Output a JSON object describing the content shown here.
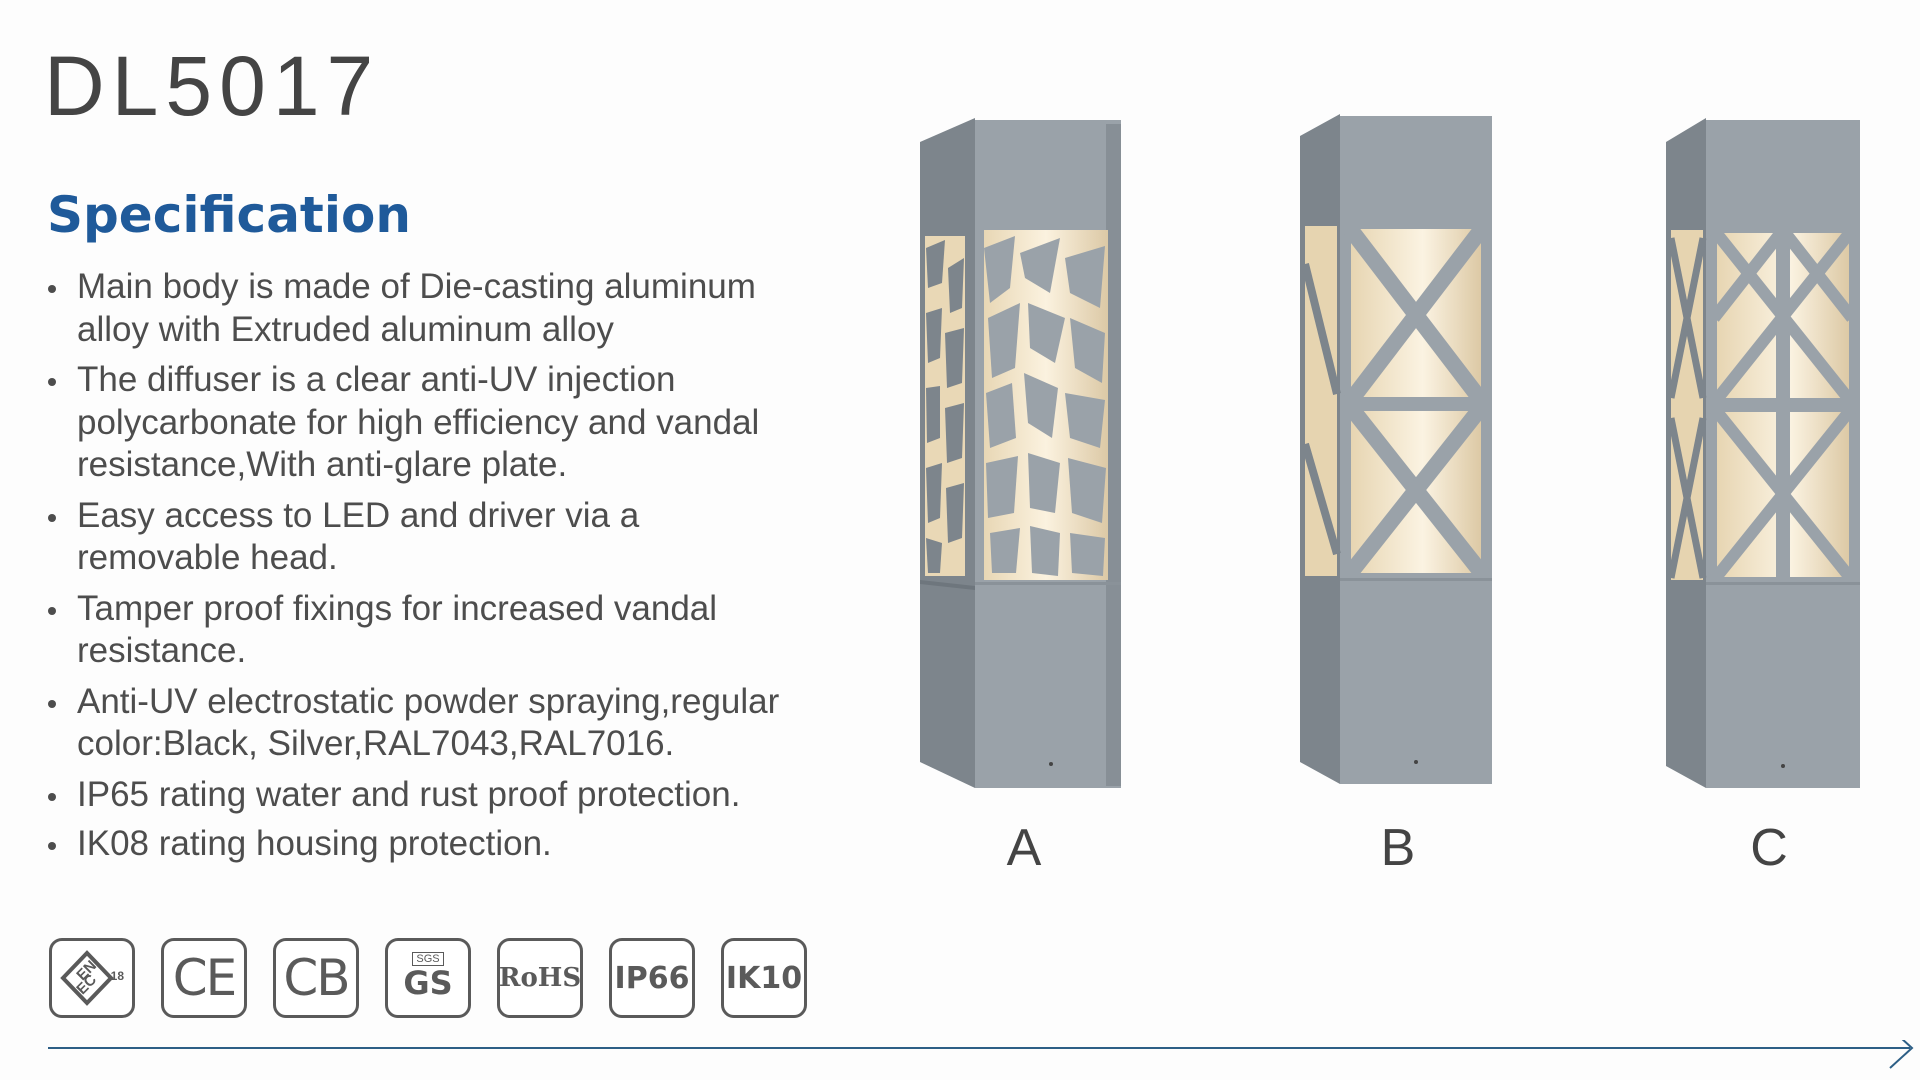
{
  "header": {
    "model": "DL5017",
    "title": "Specification"
  },
  "bullets": [
    {
      "line1": "Main body is made of Die-casting aluminum",
      "line2": "alloy with Extruded aluminum alloy",
      "line3": ""
    },
    {
      "line1": "The diffuser is a clear anti-UV injection",
      "line2": "polycarbonate for high efficiency and vandal",
      "line3": "resistance,With anti-glare plate."
    },
    {
      "line1": "Easy access to LED and driver via a",
      "line2": "removable head.",
      "line3": ""
    },
    {
      "line1": "Tamper proof fixings for increased vandal",
      "line2": "resistance.",
      "line3": ""
    },
    {
      "line1": "Anti-UV electrostatic powder spraying,regular",
      "line2": "color:Black, Silver,RAL7043,RAL7016.",
      "line3": ""
    },
    {
      "line1": "IP65 rating water and rust proof protection.",
      "line2": "",
      "line3": ""
    },
    {
      "line1": "IK08 rating housing protection.",
      "line2": "",
      "line3": ""
    }
  ],
  "variants": [
    {
      "label": "A",
      "pattern": "cracked-stone"
    },
    {
      "label": "B",
      "pattern": "single-x"
    },
    {
      "label": "C",
      "pattern": "double-x"
    }
  ],
  "certifications": [
    {
      "name": "ENEC",
      "text": "ENEC",
      "sub": "18"
    },
    {
      "name": "CE",
      "text": "CE",
      "sub": ""
    },
    {
      "name": "CB",
      "text": "CB",
      "sub": ""
    },
    {
      "name": "SGS GS",
      "text": "GS",
      "sub": "SGS"
    },
    {
      "name": "RoHS",
      "text": "RoHS",
      "sub": ""
    },
    {
      "name": "IP66",
      "text": "IP66",
      "sub": ""
    },
    {
      "name": "IK10",
      "text": "IK10",
      "sub": ""
    }
  ],
  "colors": {
    "title_blue": "#1f5a9a",
    "body_gray": "#4d4d4d",
    "lamp_gray": "#8f979e",
    "glow": "#f3e4c6",
    "line": "#2d5f86"
  }
}
